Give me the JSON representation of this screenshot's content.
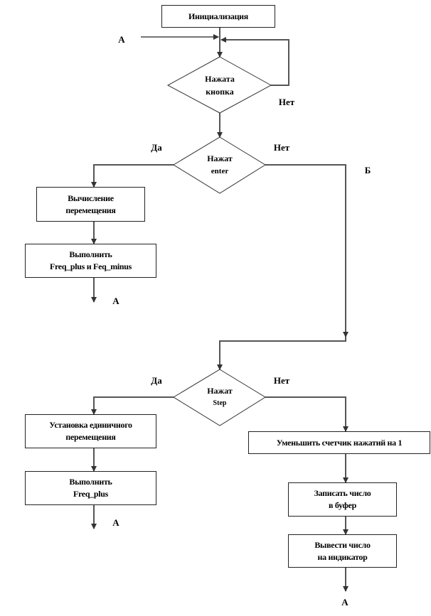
{
  "title": "Блок-схема алгоритма",
  "blocks": {
    "init": "Инициализация",
    "calc": [
      "Вычисление",
      "перемещения"
    ],
    "exec1": [
      "Выполнить",
      "Freq_plus и Feq_minus"
    ],
    "unit": [
      "Установка единичного",
      "перемещения"
    ],
    "exec2": [
      "Выполнить",
      "Freq_plus"
    ],
    "dec": "Уменьшить  счетчик нажатий на 1",
    "write": [
      "Записать число",
      "в буфер"
    ],
    "show": [
      "Вывести число",
      "на индикатор"
    ]
  },
  "decisions": {
    "d1": [
      "Нажата",
      "кнопка"
    ],
    "d2": [
      "Нажат",
      "enter"
    ],
    "d3": [
      "Нажат",
      "Step"
    ]
  },
  "labels": {
    "yes": "Да",
    "no": "Нет",
    "connector_a": "А",
    "connector_b": "Б"
  },
  "colors": {
    "line": "#555555",
    "border": "#222222"
  }
}
